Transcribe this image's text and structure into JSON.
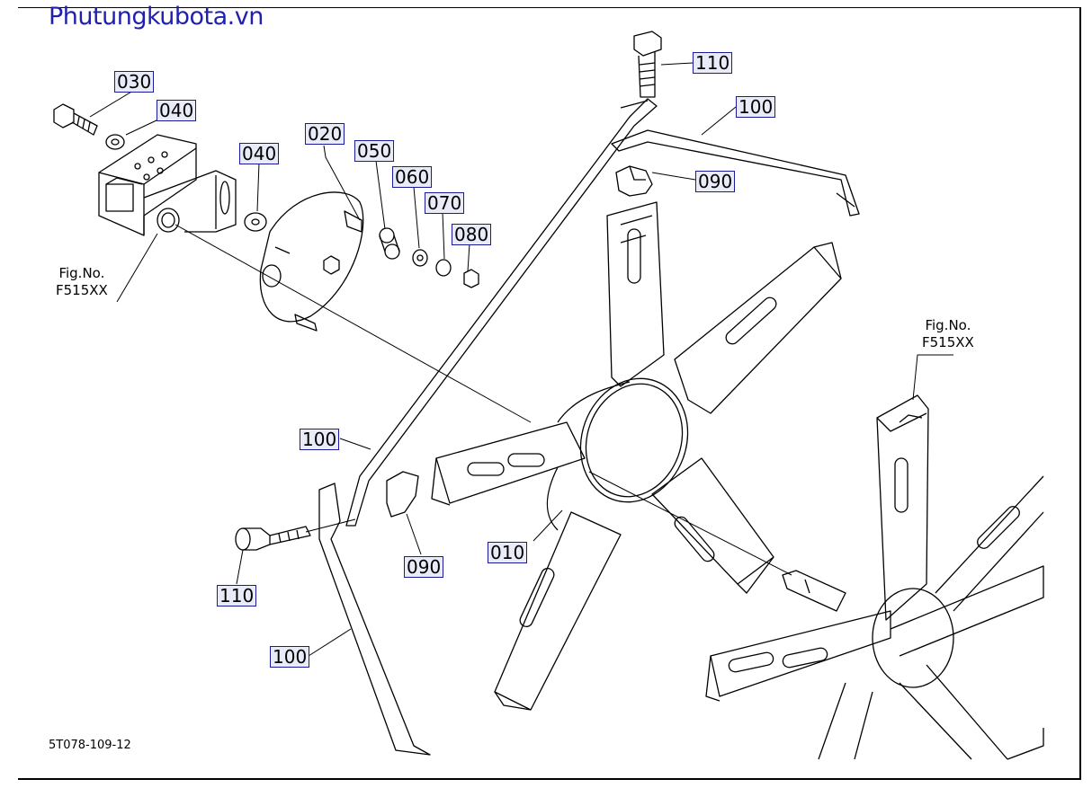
{
  "watermark": "Phutungkubota.vn",
  "document_code": "5T078-109-12",
  "figure_refs": [
    {
      "line1": "Fig.No.",
      "line2": "F515XX"
    },
    {
      "line1": "Fig.No.",
      "line2": "F515XX"
    }
  ],
  "callouts": [
    {
      "id": "010",
      "text": "010"
    },
    {
      "id": "020",
      "text": "020"
    },
    {
      "id": "030",
      "text": "030"
    },
    {
      "id": "040a",
      "text": "040"
    },
    {
      "id": "040b",
      "text": "040"
    },
    {
      "id": "050",
      "text": "050"
    },
    {
      "id": "060",
      "text": "060"
    },
    {
      "id": "070",
      "text": "070"
    },
    {
      "id": "080",
      "text": "080"
    },
    {
      "id": "090a",
      "text": "090"
    },
    {
      "id": "090b",
      "text": "090"
    },
    {
      "id": "100a",
      "text": "100"
    },
    {
      "id": "100b",
      "text": "100"
    },
    {
      "id": "100c",
      "text": "100"
    },
    {
      "id": "110a",
      "text": "110"
    },
    {
      "id": "110b",
      "text": "110"
    }
  ],
  "colors": {
    "watermark": "#1f1fb0",
    "callout_border": "#1a1a9a",
    "callout_fill": "#e9ecf8",
    "line": "#000000"
  }
}
